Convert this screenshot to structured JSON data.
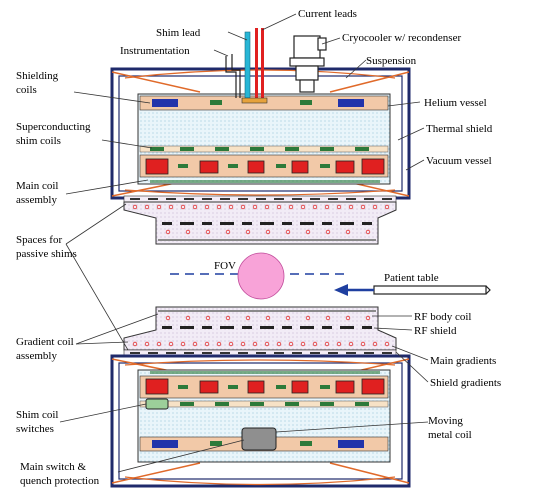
{
  "labels": {
    "shim_lead": "Shim lead",
    "current_leads": "Current leads",
    "instrumentation": "Instrumentation",
    "cryocooler_line1": "Cryocooler w/ recondenser",
    "suspension": "Suspension",
    "shielding_coils_line1": "Shielding",
    "shielding_coils_line2": "coils",
    "helium_vessel": "Helium vessel",
    "superconducting_line1": "Superconducting",
    "superconducting_line2": "shim coils",
    "thermal_shield": "Thermal shield",
    "vacuum_vessel": "Vacuum vessel",
    "main_coil_line1": "Main coil",
    "main_coil_line2": "assembly",
    "spaces_line1": "Spaces for",
    "spaces_line2": "passive shims",
    "fov": "FOV",
    "patient_table": "Patient table",
    "rf_body_coil": "RF body coil",
    "rf_shield": "RF shield",
    "gradient_line1": "Gradient coil",
    "gradient_line2": "assembly",
    "main_gradients": "Main gradients",
    "shield_gradients": "Shield gradients",
    "shim_switch_line1": "Shim coil",
    "shim_switch_line2": "switches",
    "moving_line1": "Moving",
    "moving_line2": "metal coil",
    "main_switch_line1": "Main switch &",
    "main_switch_line2": "quench protection"
  },
  "colors": {
    "outer_vessel": "#1f2a6b",
    "inner_outline": "#222222",
    "suspension": "#e06a2a",
    "helium_fill": "#dff0f6",
    "coil_red": "#e02020",
    "coil_blue": "#2233aa",
    "shim_green": "#2d7a3a",
    "gradient_fill": "#f3ecf6",
    "rf_dots": "#e23030",
    "fov": "#f8a3d8",
    "dashed_line": "#1f3fa0",
    "current_red": "#e02020",
    "shim_lead_cyan": "#27b6d6",
    "orange_border": "#f2b08a"
  }
}
